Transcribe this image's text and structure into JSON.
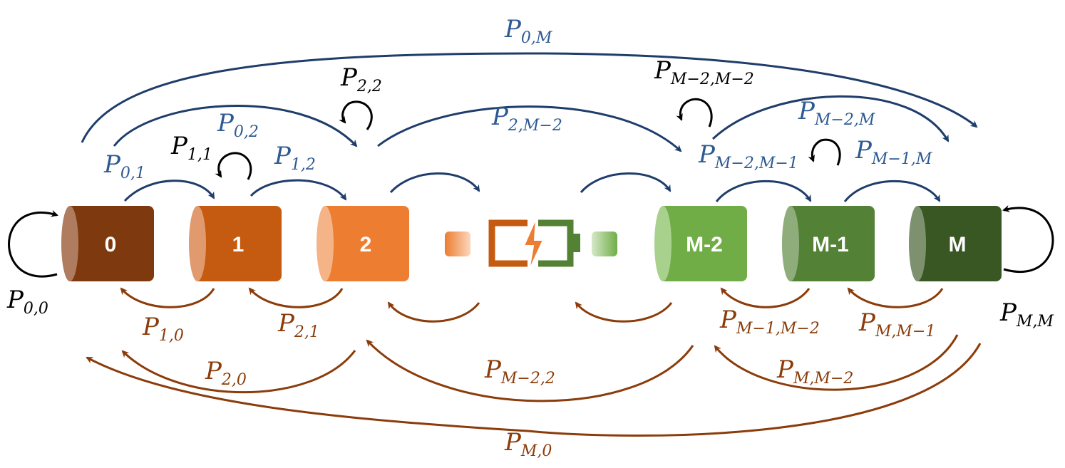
{
  "colors": {
    "forward": "#1f3d6b",
    "forward_text": "#2d5a92",
    "backward": "#8b3c0a",
    "self": "#000000"
  },
  "states": [
    {
      "id": "s0",
      "label": "0",
      "color": "#7e3a0e",
      "cap": "#b07c5f"
    },
    {
      "id": "s1",
      "label": "1",
      "color": "#c55a11",
      "cap": "#e09a6e"
    },
    {
      "id": "s2",
      "label": "2",
      "color": "#ed7d31",
      "cap": "#f4b487"
    },
    {
      "id": "sM2",
      "label": "M-2",
      "color": "#70ad47",
      "cap": "#a9d18e"
    },
    {
      "id": "sM1",
      "label": "M-1",
      "color": "#538135",
      "cap": "#8fad7b"
    },
    {
      "id": "sM",
      "label": "M",
      "color": "#385723",
      "cap": "#7d916f"
    }
  ],
  "transitions": {
    "p00": {
      "base": "P",
      "sub": "0,0"
    },
    "p01": {
      "base": "P",
      "sub": "0,1"
    },
    "p02": {
      "base": "P",
      "sub": "0,2"
    },
    "p0M": {
      "base": "P",
      "sub": "0,M"
    },
    "p11": {
      "base": "P",
      "sub": "1,1"
    },
    "p12": {
      "base": "P",
      "sub": "1,2"
    },
    "p22": {
      "base": "P",
      "sub": "2,2"
    },
    "p2M2": {
      "base": "P",
      "sub": "2,M−2"
    },
    "pM2M2": {
      "base": "P",
      "sub": "M−2,M−2"
    },
    "pM2M1": {
      "base": "P",
      "sub": "M−2,M−1"
    },
    "pM2M": {
      "base": "P",
      "sub": "M−2,M"
    },
    "pM1M": {
      "base": "P",
      "sub": "M−1,M"
    },
    "pMM": {
      "base": "P",
      "sub": "M,M"
    },
    "p10": {
      "base": "P",
      "sub": "1,0"
    },
    "p21": {
      "base": "P",
      "sub": "2,1"
    },
    "p20": {
      "base": "P",
      "sub": "2,0"
    },
    "pM22": {
      "base": "P",
      "sub": "M−2,2"
    },
    "pM1M2": {
      "base": "P",
      "sub": "M−1,M−2"
    },
    "pMM1": {
      "base": "P",
      "sub": "M,M−1"
    },
    "pMM2": {
      "base": "P",
      "sub": "M,M−2"
    },
    "pM0": {
      "base": "P",
      "sub": "M,0"
    }
  },
  "icons": {
    "battery": "battery-charging-icon"
  }
}
